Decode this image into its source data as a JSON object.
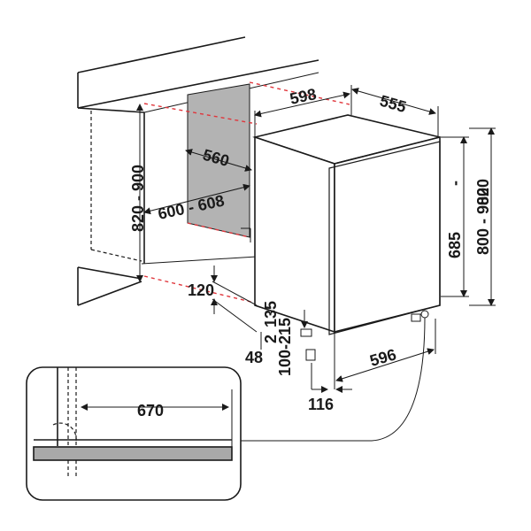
{
  "diagram": {
    "labels": {
      "d598": "598",
      "d555": "555",
      "d560": "560",
      "d600_608": "600 - 608",
      "d820_900_left": "820 - 900",
      "d685": "685",
      "d800_900": "800 - 900",
      "d820": "820",
      "dash_820": "-",
      "d120": "120",
      "d48": "48",
      "d100_215": "100-215",
      "d2": "2",
      "d135": "135",
      "d596": "596",
      "d116": "116",
      "d670": "670"
    },
    "colors": {
      "line": "#1a1a1a",
      "panel_fill": "#b3b3b3",
      "recess_red": "#e0353b",
      "plinth_fill": "#a9a9a9"
    }
  }
}
